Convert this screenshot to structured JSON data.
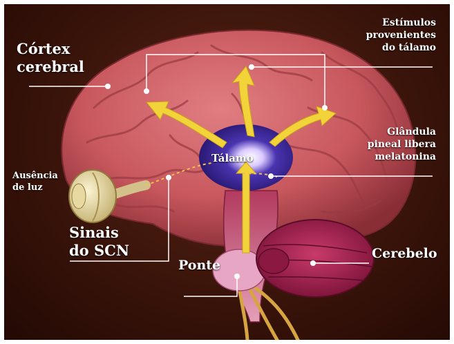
{
  "labels": {
    "cortex": {
      "lines": [
        "Córtex",
        "cerebral"
      ]
    },
    "stimuli": {
      "lines": [
        "Estímulos",
        "provenientes",
        "do tálamo"
      ]
    },
    "pineal": {
      "lines": [
        "Glândula",
        "pineal libera",
        "melatonina"
      ]
    },
    "thalamus": {
      "lines": [
        "Tálamo"
      ]
    },
    "eye": {
      "lines": [
        "Ausência",
        "de luz"
      ]
    },
    "scn": {
      "lines": [
        "Sinais",
        "do SCN"
      ]
    },
    "pons": {
      "lines": [
        "Ponte"
      ]
    },
    "cerebellum": {
      "lines": [
        "Cerebelo"
      ]
    }
  },
  "colors": {
    "background": "#3a140a",
    "brain": "#c8585e",
    "thalamus": "#2e1d8a",
    "cerebellum": "#a8204e",
    "arrows": "#f2d33a",
    "label": "#ffffff"
  }
}
